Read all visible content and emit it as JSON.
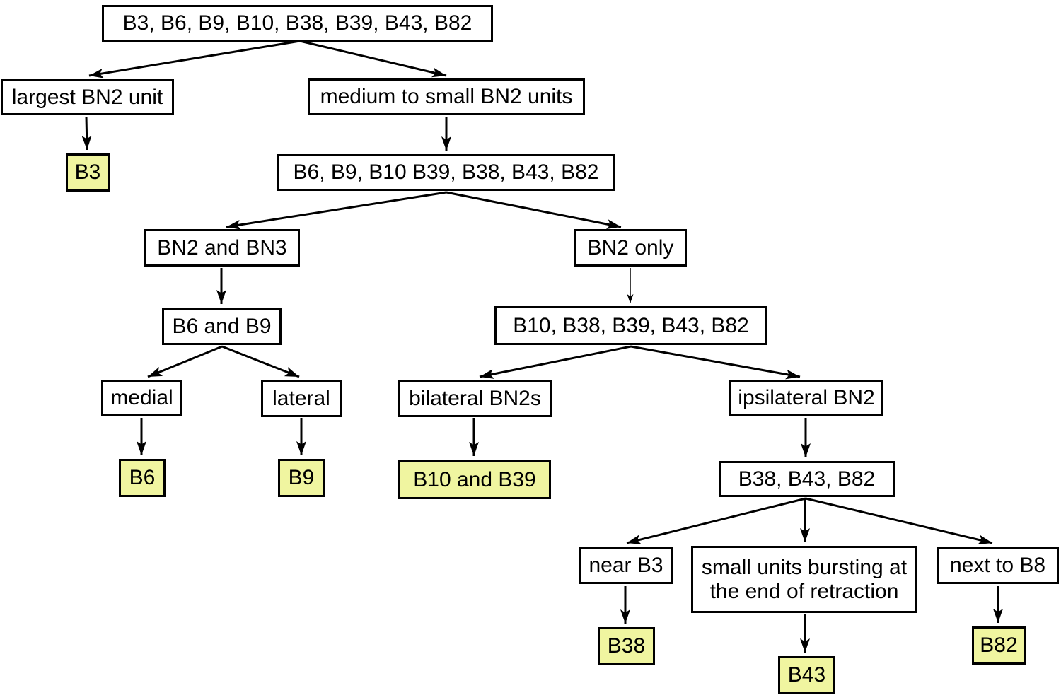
{
  "diagram": {
    "kind": "decision-tree-flowchart"
  },
  "colors": {
    "highlight": "#f0f5a0",
    "box_fill": "#ffffff",
    "box_border": "#000000",
    "arrow": "#000000",
    "background": "#ffffff"
  },
  "nodes": {
    "root": {
      "label": "B3, B6, B9, B10, B38, B39, B43, B82",
      "highlighted": false
    },
    "largest": {
      "label": "largest BN2 unit",
      "highlighted": false
    },
    "medium": {
      "label": "medium to small BN2 units",
      "highlighted": false
    },
    "b3": {
      "label": "B3",
      "highlighted": true
    },
    "group2": {
      "label": "B6, B9, B10 B39, B38, B43, B82",
      "highlighted": false
    },
    "bn2bn3": {
      "label": "BN2 and BN3",
      "highlighted": false
    },
    "bn2only": {
      "label": "BN2 only",
      "highlighted": false
    },
    "b6b9": {
      "label": "B6 and B9",
      "highlighted": false
    },
    "group3": {
      "label": "B10, B38, B39, B43, B82",
      "highlighted": false
    },
    "medial": {
      "label": "medial",
      "highlighted": false
    },
    "lateral": {
      "label": "lateral",
      "highlighted": false
    },
    "bilateral": {
      "label": "bilateral BN2s",
      "highlighted": false
    },
    "ipsilateral": {
      "label": "ipsilateral BN2",
      "highlighted": false
    },
    "b6": {
      "label": "B6",
      "highlighted": true
    },
    "b9": {
      "label": "B9",
      "highlighted": true
    },
    "b10b39": {
      "label": "B10 and B39",
      "highlighted": true
    },
    "group4": {
      "label": "B38, B43, B82",
      "highlighted": false
    },
    "nearb3": {
      "label": "near B3",
      "highlighted": false
    },
    "smallunits": {
      "label": "small units bursting at the end of retraction",
      "highlighted": false
    },
    "nexttob8": {
      "label": "next to B8",
      "highlighted": false
    },
    "b38": {
      "label": "B38",
      "highlighted": true
    },
    "b43": {
      "label": "B43",
      "highlighted": true
    },
    "b82": {
      "label": "B82",
      "highlighted": true
    }
  },
  "edges": [
    {
      "from": "root",
      "to": "largest"
    },
    {
      "from": "root",
      "to": "medium"
    },
    {
      "from": "largest",
      "to": "b3"
    },
    {
      "from": "medium",
      "to": "group2"
    },
    {
      "from": "group2",
      "to": "bn2bn3"
    },
    {
      "from": "group2",
      "to": "bn2only"
    },
    {
      "from": "bn2bn3",
      "to": "b6b9"
    },
    {
      "from": "bn2only",
      "to": "group3"
    },
    {
      "from": "b6b9",
      "to": "medial"
    },
    {
      "from": "b6b9",
      "to": "lateral"
    },
    {
      "from": "group3",
      "to": "bilateral"
    },
    {
      "from": "group3",
      "to": "ipsilateral"
    },
    {
      "from": "medial",
      "to": "b6"
    },
    {
      "from": "lateral",
      "to": "b9"
    },
    {
      "from": "bilateral",
      "to": "b10b39"
    },
    {
      "from": "ipsilateral",
      "to": "group4"
    },
    {
      "from": "group4",
      "to": "nearb3"
    },
    {
      "from": "group4",
      "to": "smallunits"
    },
    {
      "from": "group4",
      "to": "nexttob8"
    },
    {
      "from": "nearb3",
      "to": "b38"
    },
    {
      "from": "smallunits",
      "to": "b43"
    },
    {
      "from": "nexttob8",
      "to": "b82"
    }
  ]
}
